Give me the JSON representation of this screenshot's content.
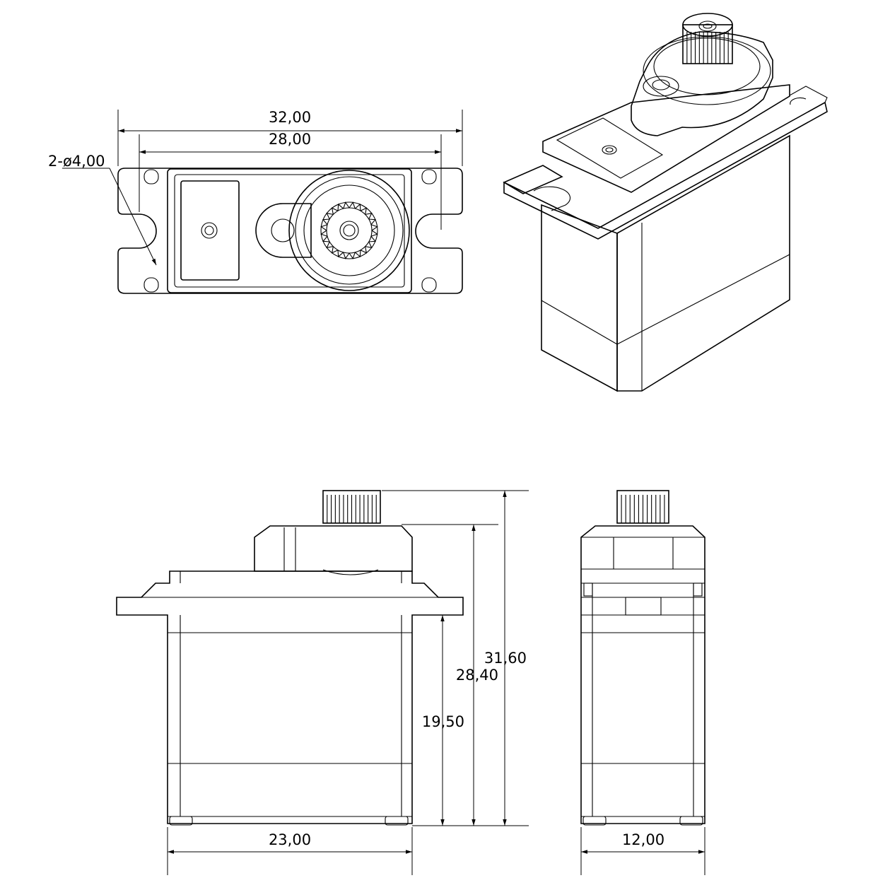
{
  "dimensions": {
    "top_overall_width": "32,00",
    "top_hole_spacing": "28,00",
    "top_hole_diameter": "2-ø4,00",
    "front_height_to_spline": "31,60",
    "front_height_to_case": "28,40",
    "front_body_height": "19,50",
    "front_body_width": "23,00",
    "side_body_width": "12,00"
  }
}
